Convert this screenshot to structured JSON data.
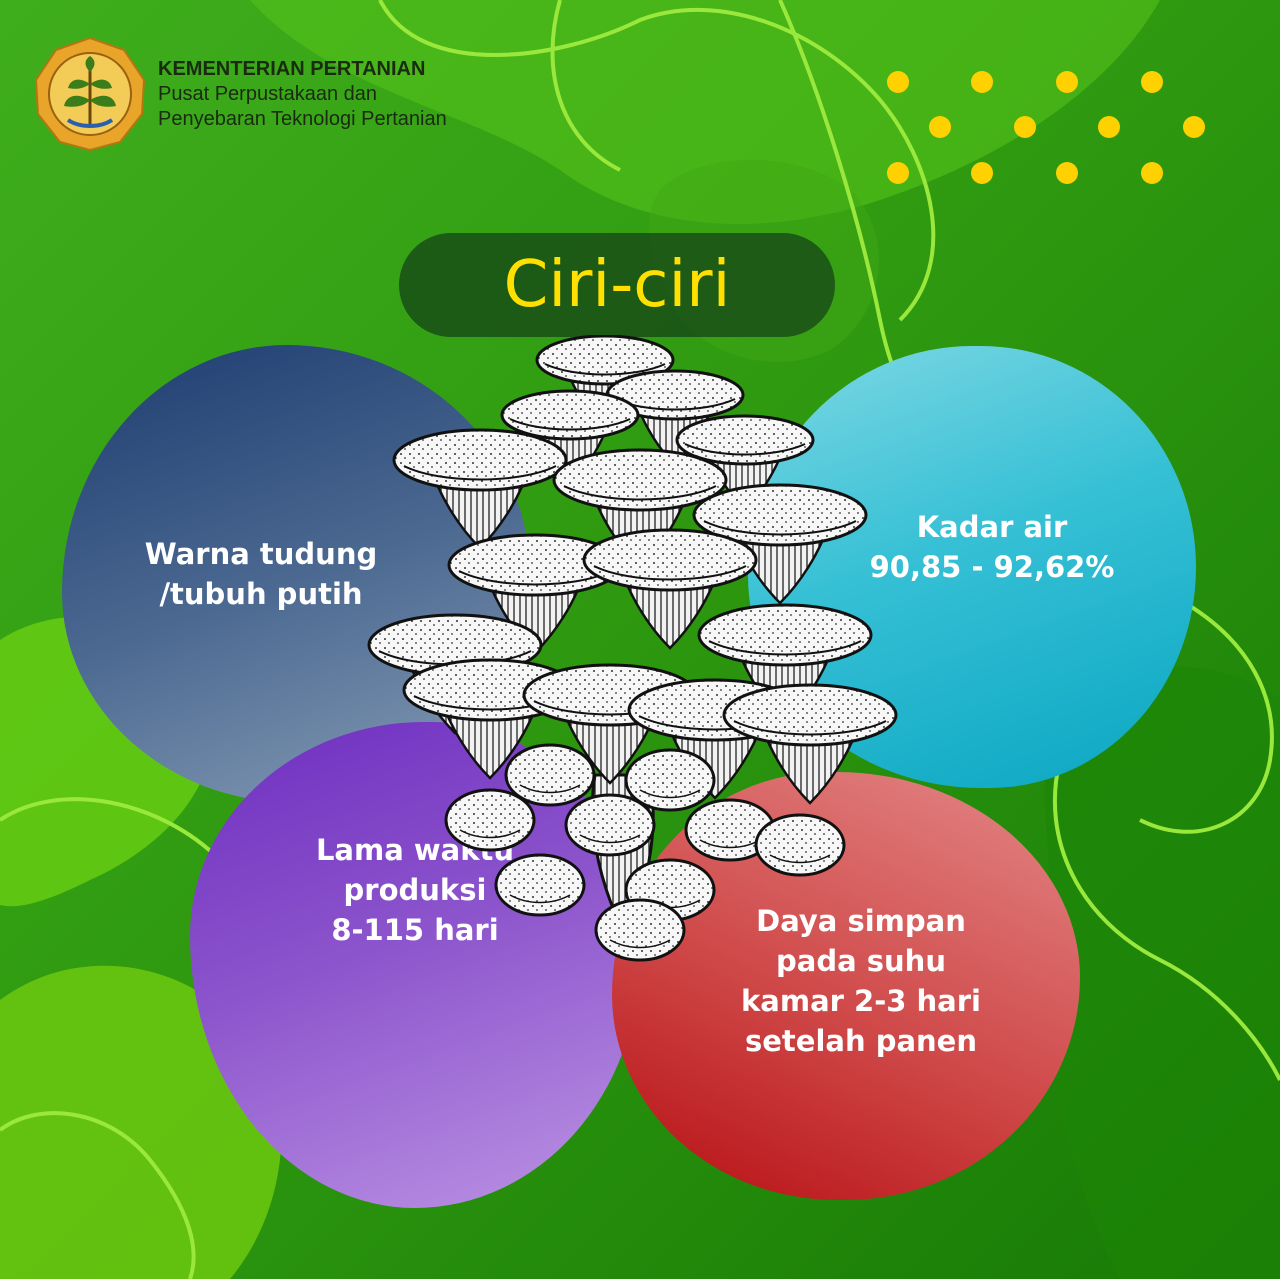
{
  "header": {
    "org_name": "KEMENTERIAN PERTANIAN",
    "org_sub_line1": "Pusat Perpustakaan dan",
    "org_sub_line2": "Penyebaran Teknologi Pertanian"
  },
  "title": "Ciri-ciri",
  "facts": {
    "top_left": [
      "Warna tudung",
      "/tubuh putih"
    ],
    "top_right": [
      "Kadar air",
      "90,85 - 92,62%"
    ],
    "bottom_left": [
      "Lama waktu",
      "produksi",
      "8-115 hari"
    ],
    "bottom_right": [
      "Daya simpan",
      "pada suhu",
      "kamar 2-3 hari",
      "setelah panen"
    ]
  },
  "colors": {
    "background": "#2f9b0e",
    "title_text": "#ffe000",
    "dots": "#ffd100",
    "logo_gold": "#e8a52a"
  },
  "icons": [
    "ministry-logo",
    "oyster-mushroom-illustration",
    "decorative-dots"
  ]
}
